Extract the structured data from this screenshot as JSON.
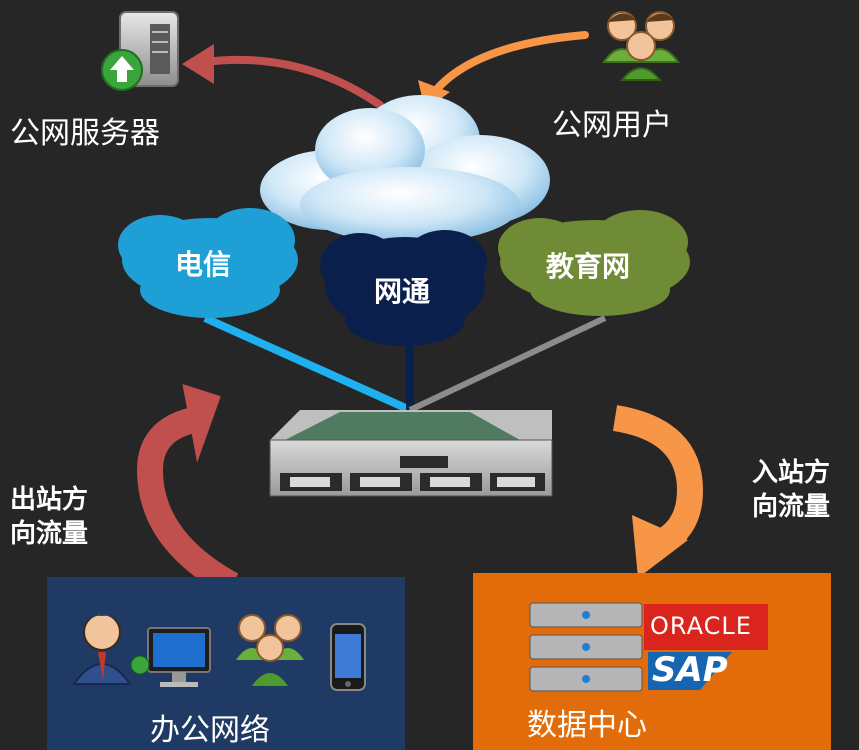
{
  "public_server": {
    "label": "公网服务器"
  },
  "public_users": {
    "label": "公网用户"
  },
  "isps": {
    "telecom": "电信",
    "netcom": "网通",
    "education": "教育网"
  },
  "outbound": {
    "line1": "出站方",
    "line2": "向流量"
  },
  "inbound": {
    "line1": "入站方",
    "line2": "向流量"
  },
  "office": {
    "label": "办公网络"
  },
  "datacenter": {
    "label": "数据中心",
    "oracle_logo": "ORACLE",
    "sap_logo": "SAP"
  },
  "colors": {
    "background": "#262626",
    "telecom_cloud": "#1e9fd6",
    "netcom_cloud": "#0b1f4d",
    "education_cloud": "#6f8b35",
    "outbound_arrow": "#c0504d",
    "inbound_arrow": "#f79646",
    "office_bg": "#1f3a64",
    "datacenter_bg": "#e36c0a",
    "telecom_line": "#1fb0f0",
    "education_line": "#8c8c8c",
    "netcom_line": "#0b1f4d"
  }
}
